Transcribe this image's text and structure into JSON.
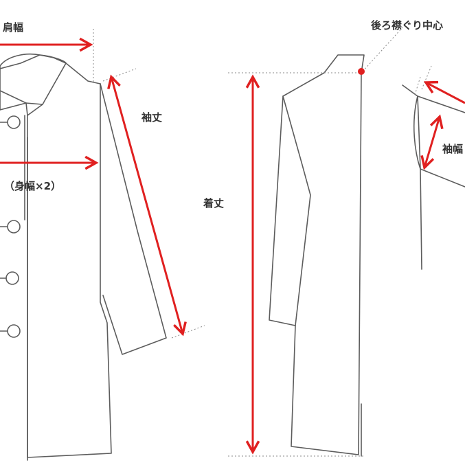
{
  "labels": {
    "shoulder_width": "肩幅",
    "sleeve_length": "袖丈",
    "body_width": "（身幅×2）",
    "total_length": "着丈",
    "back_neck_center": "後ろ襟ぐり中心",
    "sleeve_width": "袖幅"
  },
  "colors": {
    "measure": "#e02020",
    "outline": "#5c5c5c",
    "label": "#333333"
  }
}
